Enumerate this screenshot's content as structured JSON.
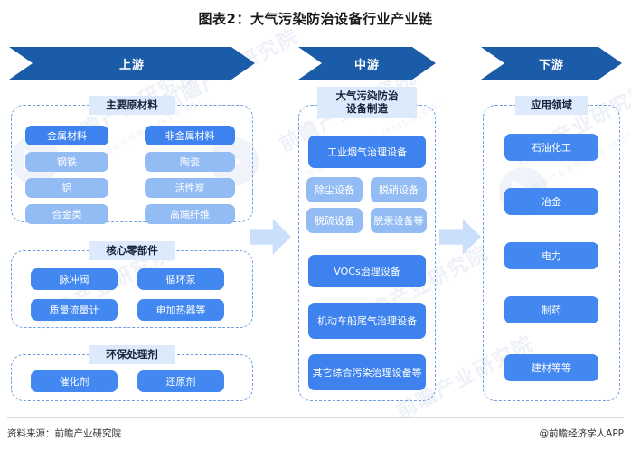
{
  "title": "图表2：大气污染防治设备行业产业链",
  "colors": {
    "banner": "#1A5CA8",
    "pill_strong": "#3D82EE",
    "pill_light": "#93BCF4",
    "pill_mid": "#4288F0",
    "panel_border": "#6F9FE0",
    "panel_label_bg": "#DDEAFB",
    "flow_arrow": "#CADFFB"
  },
  "banners": {
    "upstream": "上游",
    "midstream": "中游",
    "downstream": "下游"
  },
  "upstream": {
    "groups": [
      {
        "label": "主要原材料",
        "rows": [
          {
            "left": "金属材料",
            "right": "非金属材料",
            "style": "strong"
          },
          {
            "left": "钢铁",
            "right": "陶瓷",
            "style": "light"
          },
          {
            "left": "铝",
            "right": "活性炭",
            "style": "light"
          },
          {
            "left": "合金类",
            "right": "高端纤维",
            "style": "light"
          }
        ]
      },
      {
        "label": "核心零部件",
        "rows": [
          {
            "left": "脉冲阀",
            "right": "循环泵",
            "style": "mid"
          },
          {
            "left": "质量流量计",
            "right": "电加热器等",
            "style": "mid"
          }
        ]
      },
      {
        "label": "环保处理剂",
        "rows": [
          {
            "left": "催化剂",
            "right": "还原剂",
            "style": "mid"
          }
        ]
      }
    ]
  },
  "midstream": {
    "label": "大气污染防治\n设备制造",
    "label_line1": "大气污染防治",
    "label_line2": "设备制造",
    "items": [
      {
        "text": "工业烟气治理设备",
        "style": "strong"
      },
      {
        "text": "VOCs治理设备",
        "style": "strong"
      },
      {
        "text": "机动车船尾气治理设备",
        "style": "strong"
      },
      {
        "text": "其它综合污染治理设备等",
        "style": "strong"
      }
    ],
    "sub_items": [
      {
        "text": "除尘设备",
        "style": "light"
      },
      {
        "text": "脱硝设备",
        "style": "light"
      },
      {
        "text": "脱硫设备",
        "style": "light"
      },
      {
        "text": "脱汞设备等",
        "style": "light"
      }
    ]
  },
  "downstream": {
    "label": "应用领域",
    "items": [
      {
        "text": "石油化工",
        "style": "mid"
      },
      {
        "text": "冶金",
        "style": "mid"
      },
      {
        "text": "电力",
        "style": "mid"
      },
      {
        "text": "制药",
        "style": "mid"
      },
      {
        "text": "建材等等",
        "style": "mid"
      }
    ]
  },
  "footer": {
    "source": "资料来源：前瞻产业研究院",
    "credit": "@前瞻经济学人APP"
  },
  "watermarks": {
    "brand": "前瞻产业研究院",
    "sub": "中国产业咨询领导者 (0755-83955..."
  }
}
